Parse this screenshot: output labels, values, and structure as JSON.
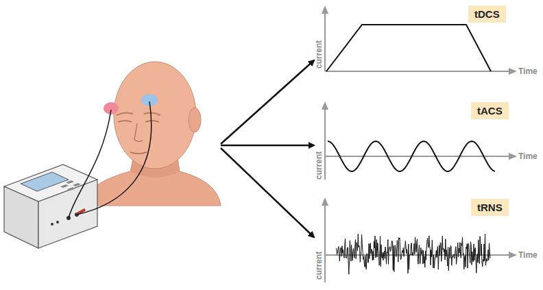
{
  "diagram": {
    "nodes": [
      {
        "text": [
          "tDCS"
        ]
      },
      {
        "text": [
          "tACS"
        ]
      },
      {
        "text": [
          "tRNS"
        ]
      }
    ],
    "labels": [
      "current",
      "Time",
      "current",
      "Time",
      "current",
      "Time"
    ]
  }
}
